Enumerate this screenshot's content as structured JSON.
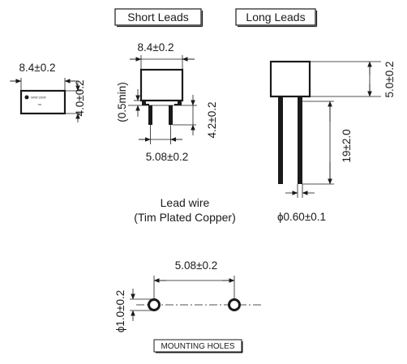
{
  "headers": {
    "short_leads": "Short Leads",
    "long_leads": "Long Leads"
  },
  "top_view": {
    "width_dim": "8.4±0.2",
    "height_dim": "4.0±0.2",
    "marking": "NR5F1000F"
  },
  "short_leads": {
    "width_dim": "8.4±0.2",
    "standoff_dim": "(0.5min)",
    "lead_length_dim": "4.2±0.2",
    "pitch_dim": "5.08±0.2"
  },
  "long_leads": {
    "height_dim": "5.0±0.2",
    "lead_length_dim": "19±2.0",
    "lead_dia_dim": "ϕ0.60±0.1"
  },
  "lead_wire": {
    "line1": "Lead wire",
    "line2": "(Tim Plated Copper)"
  },
  "mounting": {
    "pitch_dim": "5.08±0.2",
    "hole_dia_dim": "ϕ1.0±0.2",
    "label": "MOUNTING HOLES"
  }
}
